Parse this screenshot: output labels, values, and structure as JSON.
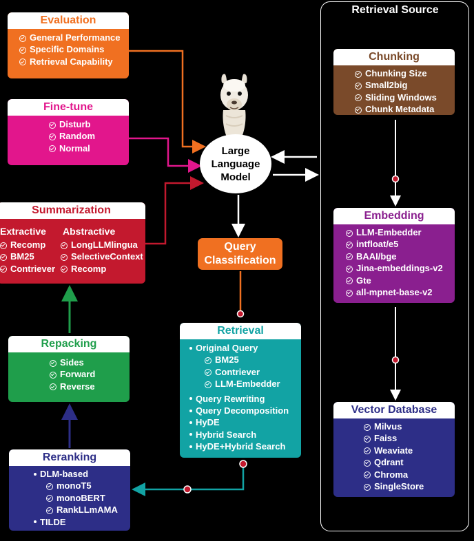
{
  "evaluation": {
    "title": "Evaluation",
    "items": [
      "General Performance",
      "Specific Domains",
      "Retrieval Capability"
    ]
  },
  "finetune": {
    "title": "Fine-tune",
    "items": [
      "Disturb",
      "Random",
      "Normal"
    ]
  },
  "summarization": {
    "title": "Summarization",
    "extractive": {
      "title": "Extractive",
      "items": [
        "Recomp",
        "BM25",
        "Contriever"
      ]
    },
    "abstractive": {
      "title": "Abstractive",
      "items": [
        "LongLLMlingua",
        "SelectiveContext",
        "Recomp"
      ]
    }
  },
  "repacking": {
    "title": "Repacking",
    "items": [
      "Sides",
      "Forward",
      "Reverse"
    ]
  },
  "reranking": {
    "title": "Reranking",
    "group": "DLM-based",
    "sub_items": [
      "monoT5",
      "monoBERT",
      "RankLLmAMA"
    ],
    "other": "TILDE"
  },
  "llm": {
    "line1": "Large",
    "line2": "Language",
    "line3": "Model"
  },
  "query_classification": {
    "line1": "Query",
    "line2": "Classification"
  },
  "retrieval": {
    "title": "Retrieval",
    "original": "Original Query",
    "original_items": [
      "BM25",
      "Contriever",
      "LLM-Embedder"
    ],
    "items": [
      "Query Rewriting",
      "Query Decomposition",
      "HyDE",
      "Hybrid Search",
      "HyDE+Hybrid Search"
    ]
  },
  "retrieval_source": {
    "title": "Retrieval Source",
    "chunking": {
      "title": "Chunking",
      "items": [
        "Chunking Size",
        "Small2big",
        "Sliding Windows",
        "Chunk Metadata"
      ]
    },
    "embedding": {
      "title": "Embedding",
      "items": [
        "LLM-Embedder",
        "intfloat/e5",
        "BAAI/bge",
        "Jina-embeddings-v2",
        "Gte",
        "all-mpnet-base-v2"
      ]
    },
    "vector_db": {
      "title": "Vector Database",
      "items": [
        "Milvus",
        "Faiss",
        "Weaviate",
        "Qdrant",
        "Chroma",
        "SingleStore"
      ]
    }
  },
  "colors": {
    "evaluation": "#f07021",
    "finetune": "#e2168c",
    "summarization": "#c3192e",
    "repacking": "#1f9e4b",
    "reranking": "#2d2e87",
    "retrieval": "#12a3a4",
    "chunking": "#7a4a2a",
    "embedding": "#8a1f8f",
    "vector_db": "#2d2e87"
  }
}
